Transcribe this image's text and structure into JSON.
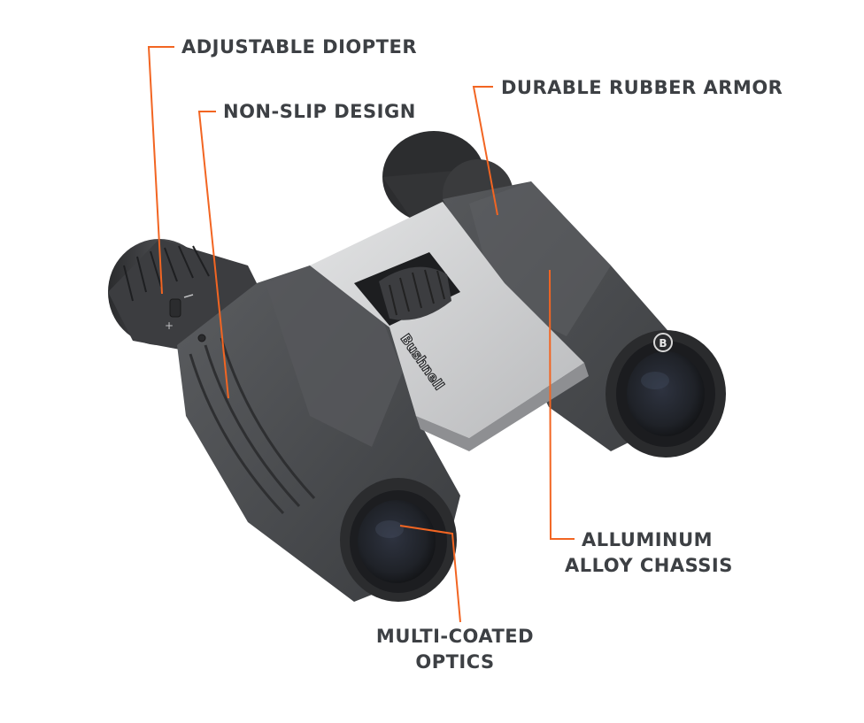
{
  "product": {
    "brand_logo_text": "Bushnell",
    "eyecup_badge": "B",
    "diopter_mark_plus": "+",
    "diopter_mark_minus": "−"
  },
  "callouts": [
    {
      "id": "adjustable-diopter",
      "label": "ADJUSTABLE DIOPTER"
    },
    {
      "id": "non-slip-design",
      "label": "NON-SLIP DESIGN"
    },
    {
      "id": "durable-rubber-armor",
      "label": "DURABLE RUBBER ARMOR"
    },
    {
      "id": "aluminum-alloy-chassis",
      "lines": [
        "ALLUMINUM",
        "ALLOY CHASSIS"
      ]
    },
    {
      "id": "multi-coated-optics",
      "lines": [
        "MULTI-COATED",
        "OPTICS"
      ]
    }
  ],
  "colors": {
    "callout_line": "#f26522",
    "label_text": "#3d4044",
    "body_armor": "#4a4c4f",
    "chassis": "#c9cacc",
    "background": "#ffffff"
  }
}
